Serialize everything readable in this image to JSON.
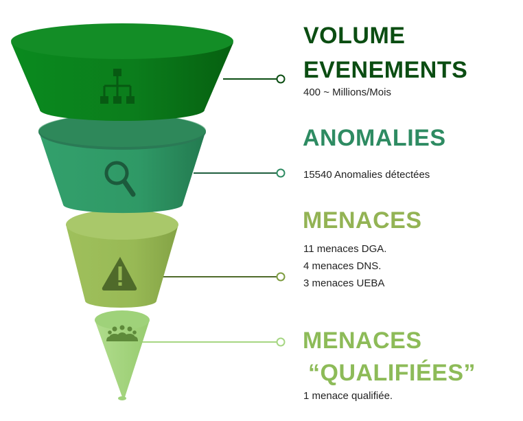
{
  "colors": {
    "stage1": "#0b7d1c",
    "stage1_dark": "#075e14",
    "stage2": "#2f9966",
    "stage2_dark": "#1f7449",
    "stage3": "#98b955",
    "stage3_dark": "#7d9c40",
    "stage4": "#a6d682",
    "title1": "#0b4d12",
    "title2": "#2e8b62",
    "title3": "#93b354",
    "title4": "#8dbb58"
  },
  "stages": [
    {
      "title_lines": [
        "VOLUME",
        "EVENEMENTS"
      ],
      "lines": [
        "400 ~ Millions/Mois"
      ],
      "icon": "hierarchy-icon"
    },
    {
      "title_lines": [
        "ANOMALIES"
      ],
      "lines": [
        "15540 Anomalies détectées"
      ],
      "icon": "magnifier-icon"
    },
    {
      "title_lines": [
        "MENACES"
      ],
      "lines": [
        "11 menaces DGA.",
        "4 menaces DNS.",
        "3 menaces UEBA"
      ],
      "icon": "warning-icon"
    },
    {
      "title_lines": [
        "MENACES",
        "“QUALIFIÉES”"
      ],
      "lines": [
        "1 menace qualifiée."
      ],
      "icon": "team-icon"
    }
  ]
}
